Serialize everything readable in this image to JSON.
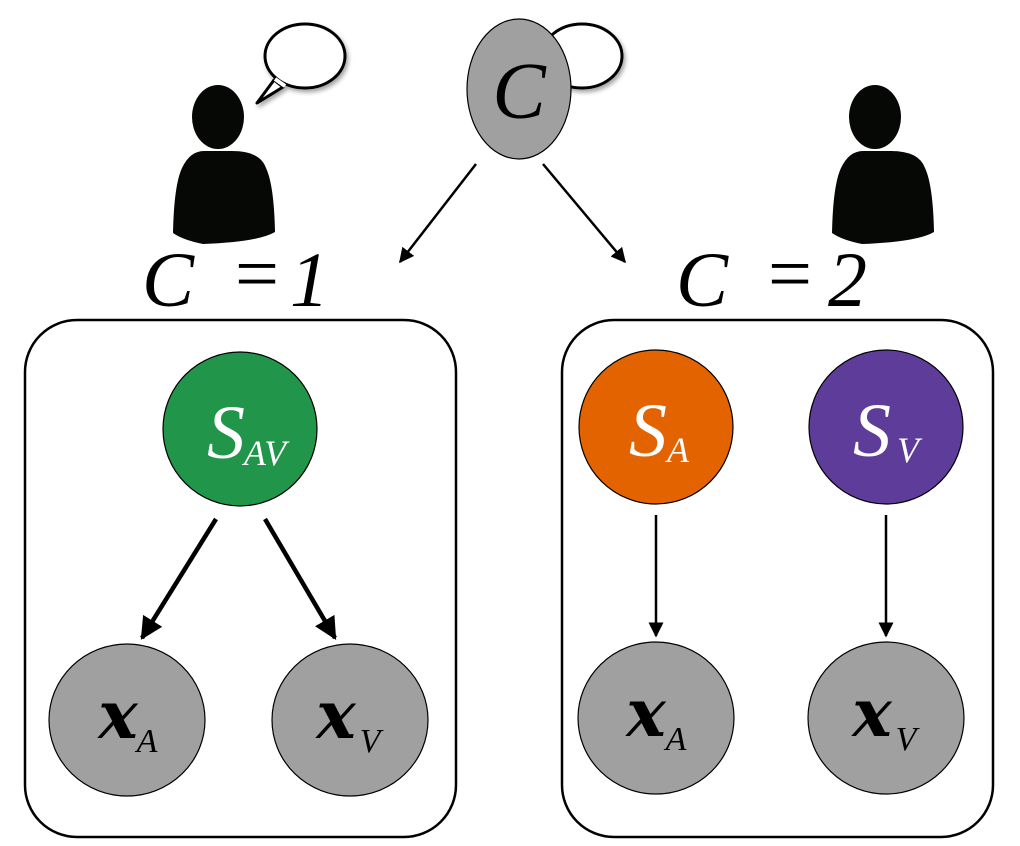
{
  "colors": {
    "observed": "#a0a0a0",
    "common_source": "#21954a",
    "auditory_source": "#e36300",
    "visual_source": "#5e3c99",
    "stroke": "#000000",
    "figure": "#050805"
  },
  "top_node": {
    "label": "C"
  },
  "branch_labels": {
    "left": {
      "lhs": "C",
      "eq": "=",
      "rhs": "1"
    },
    "right": {
      "lhs": "C",
      "eq": "=",
      "rhs": "2"
    }
  },
  "left_panel": {
    "source": {
      "main": "S",
      "sub": "AV"
    },
    "obs_a": {
      "main": "x",
      "sub": "A"
    },
    "obs_v": {
      "main": "x",
      "sub": "V"
    }
  },
  "right_panel": {
    "source_a": {
      "main": "S",
      "sub": "A"
    },
    "source_v": {
      "main": "S",
      "sub": "V"
    },
    "obs_a": {
      "main": "x",
      "sub": "A"
    },
    "obs_v": {
      "main": "x",
      "sub": "V"
    }
  },
  "icons": [
    "person-icon",
    "speech-bubble-icon",
    "person-icon",
    "speech-bubble-icon"
  ]
}
